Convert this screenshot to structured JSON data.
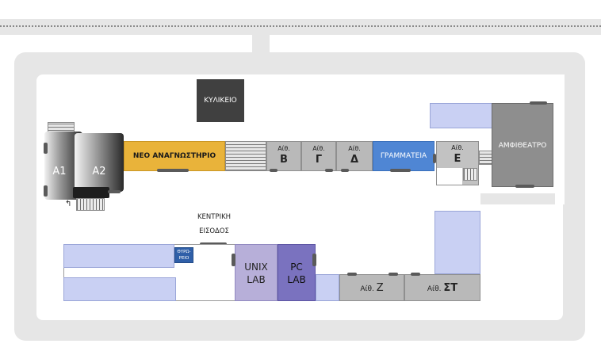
{
  "colors": {
    "outer_frame": "#e6e6e6",
    "room_gray": "#b9b9b9",
    "room_blue": "#c9d0f3",
    "library": "#e9b33a",
    "secretariat": "#4f86d4",
    "unix_lab": "#b7afd9",
    "pc_lab": "#7a72bf",
    "canteen": "#404040",
    "amphitheatre": "#8e8e8e",
    "porter": "#2f5fa8"
  },
  "icons": {
    "door": "door-marker",
    "stairs": "stairs-icon",
    "arrow": "turn-arrow-icon"
  },
  "rooms": {
    "canteen": "ΚΥΛΙΚΕΙΟ",
    "a1": "A1",
    "a2": "A2",
    "library": "ΝΕΟ ΑΝΑΓΝΩΣΤΗΡΙΟ",
    "room_b": {
      "prefix": "Αίθ.",
      "letter": "Β"
    },
    "room_g": {
      "prefix": "Αίθ.",
      "letter": "Γ"
    },
    "room_d": {
      "prefix": "Αίθ.",
      "letter": "Δ"
    },
    "secretariat": "ΓΡΑΜΜΑΤΕΙΑ",
    "room_e": {
      "prefix": "Αίθ.",
      "letter": "Ε"
    },
    "amphitheatre": "ΑΜΦΙΘΕΑΤΡΟ",
    "main_entrance": {
      "line1": "ΚΕΝΤΡΙΚΗ",
      "line2": "ΕΙΣΟΔΟΣ"
    },
    "porter": {
      "line1": "ΘΥΡΩ-",
      "line2": "ΡΕΙΟ"
    },
    "unix_lab": {
      "line1": "UNIX",
      "line2": "LAB"
    },
    "pc_lab": {
      "line1": "PC",
      "line2": "LAB"
    },
    "room_z": {
      "prefix": "Αίθ.",
      "letter": "Ζ"
    },
    "room_st": {
      "prefix": "Αίθ.",
      "letter": "ΣΤ"
    }
  }
}
